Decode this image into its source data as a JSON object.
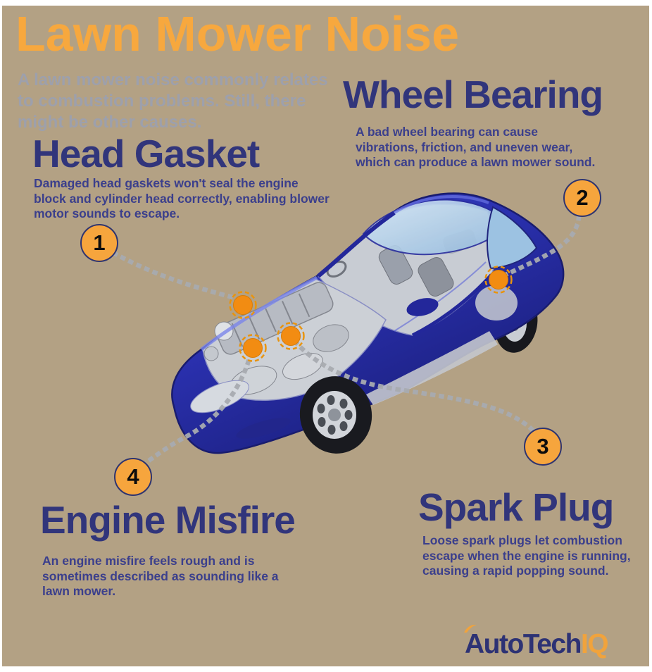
{
  "page": {
    "background_color": "#b3a184",
    "frame_color": "#ffffff",
    "accent_orange": "#f7a83e",
    "navy": "#31357b",
    "marker_color": "#f28c12",
    "connector_color": "#a8abb0"
  },
  "title": {
    "text": "Lawn Mower Noise"
  },
  "intro": {
    "text": "A lawn mower noise commonly relates to combustion problems. Still, there might be other causes.",
    "lines": [
      "A lawn mower noise commonly relates",
      "to combustion problems. Still, there",
      "might be other causes."
    ]
  },
  "sections": [
    {
      "number": "1",
      "heading": "Head Gasket",
      "body": "Damaged head gaskets won't seal the engine block and cylinder head correctly, enabling blower motor sounds to escape.",
      "body_lines": [
        "Damaged head gaskets won't seal the engine",
        "block and cylinder head correctly, enabling blower",
        "motor sounds to escape."
      ]
    },
    {
      "number": "2",
      "heading": "Wheel Bearing",
      "body": "A bad wheel bearing can cause vibrations, friction, and uneven wear, which can produce a lawn mower sound.",
      "body_lines": [
        "A bad wheel bearing can cause",
        "vibrations, friction, and uneven wear,",
        "which can produce a lawn mower sound."
      ]
    },
    {
      "number": "3",
      "heading": "Spark Plug",
      "body": "Loose spark plugs let combustion escape when the engine is running, causing a rapid popping sound.",
      "body_lines": [
        "Loose spark plugs let combustion",
        "escape when the engine is running,",
        "causing a rapid popping sound."
      ]
    },
    {
      "number": "4",
      "heading": "Engine Misfire",
      "body": "An engine misfire feels rough and is sometimes described as sounding like a lawn mower.",
      "body_lines": [
        "An engine misfire feels rough and is",
        "sometimes described as sounding like a",
        "lawn mower."
      ]
    }
  ],
  "illustration": {
    "description": "Blue cutaway coupe showing engine, cabin and wheels",
    "markers": [
      "engine-valve-cover",
      "engine-right",
      "engine-lower",
      "rear-wheel-bearing"
    ]
  },
  "brand": {
    "name_primary": "AutoTech",
    "name_accent": "IQ"
  }
}
